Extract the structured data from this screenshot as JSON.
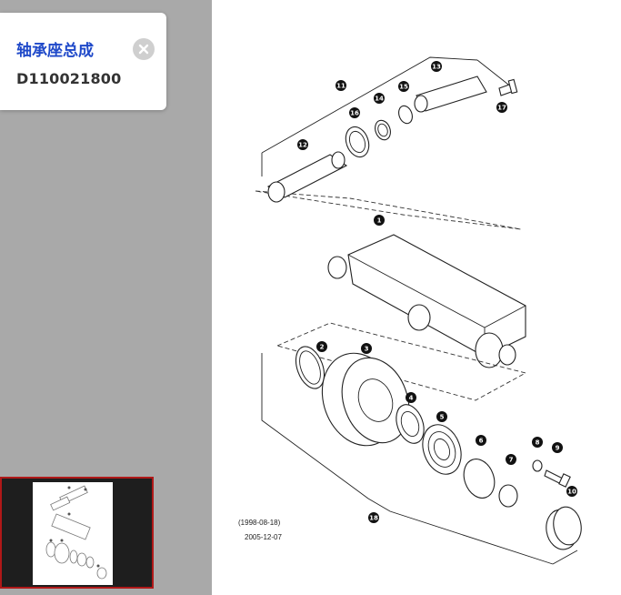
{
  "part_card": {
    "title": "轴承座总成",
    "code": "D110021800",
    "close_icon": "close-circle-icon"
  },
  "thumbnail": {
    "selected": true,
    "border_color": "#b01818"
  },
  "diagram": {
    "dates": [
      "(1998-08-18)",
      "2005-12-07"
    ],
    "callouts": [
      "1",
      "2",
      "3",
      "4",
      "5",
      "6",
      "7",
      "8",
      "9",
      "10",
      "11",
      "12",
      "13",
      "14",
      "15",
      "16",
      "17",
      "18"
    ]
  },
  "colors": {
    "title_blue": "#1f49c9",
    "sidebar_gray": "#a9a9a9",
    "thumb_bg": "#1e1e1e"
  }
}
